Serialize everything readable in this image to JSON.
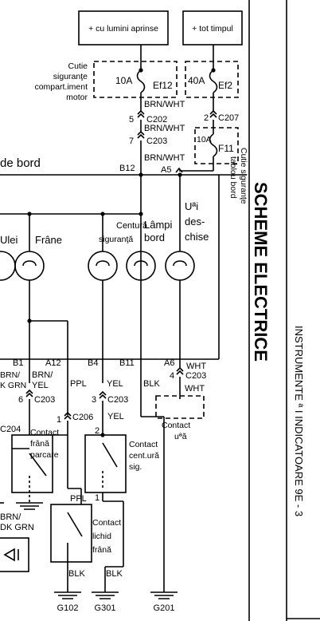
{
  "sources": {
    "lights_on": "+ cu lumini aprinse",
    "always": "+ tot timpul"
  },
  "engine_fusebox": {
    "label_lines": [
      "Cutie",
      "siguranţe",
      "compart.iment",
      "motor"
    ],
    "fuse_ef12_amp": "10A",
    "fuse_ef12_name": "Ef12"
  },
  "fuse_ef2": {
    "amp": "40A",
    "name": "Ef2"
  },
  "fuse_f11": {
    "amp": "10A",
    "name": "F11"
  },
  "dash_fusebox_label": [
    "Cutie siguranţe",
    "tablou bord"
  ],
  "connectors": {
    "c202_pin": "5",
    "c202": "C202",
    "c203_pin": "7",
    "c203": "C203",
    "c207_pin": "2",
    "c207": "C207",
    "b12": "B12",
    "a5": "A5",
    "b1": "B1",
    "a12": "A12",
    "b4": "B4",
    "b11": "B11",
    "a6": "A6",
    "c203b_pin": "4",
    "c203b": "C203",
    "c203c_pin": "6",
    "c203c": "C203",
    "c203d_pin": "3",
    "c203d": "C203",
    "c206_pin": "1",
    "c206": "C206",
    "c204": "C204",
    "pin2": "2",
    "pin1": "1"
  },
  "wires": {
    "brn_wht_1": "BRN/WHT",
    "brn_wht_2": "BRN/WHT",
    "brn_wht_3": "BRN/WHT",
    "wht_1": "WHT",
    "wht_2": "WHT",
    "brn_lines": [
      "BRN/",
      "K GRN"
    ],
    "brn_yel_lines": [
      "BRN/",
      "YEL"
    ],
    "ppl_1": "PPL",
    "ppl_2": "PPL",
    "yel_1": "YEL",
    "yel_2": "YEL",
    "blk_1": "BLK",
    "blk_2": "BLK",
    "blk_3": "BLK",
    "brn_dk_lines": [
      "BRN/",
      "DK GRN"
    ]
  },
  "cluster_label": "de bord",
  "lamps": {
    "ulei": "Ulei",
    "frane": "Frâne",
    "centura_lines": [
      "Centură",
      "siguranţă"
    ],
    "lampi_lines": [
      "Lâmpi",
      "bord"
    ],
    "usi_lines": [
      "Uªi",
      "des-",
      "chise"
    ]
  },
  "switches": {
    "parking_lines": [
      "Contact",
      "frână",
      "parcare"
    ],
    "belt_lines": [
      "Contact",
      "cent.ură",
      "sig."
    ],
    "fluid_lines": [
      "Contact",
      "lichid",
      "frână"
    ],
    "door_lines": [
      "Contact",
      "uªă"
    ]
  },
  "grounds": {
    "g102": "G102",
    "g301": "G301",
    "g201": "G201"
  },
  "page_title": "SCHEME ELECTRICE",
  "page_footer": "INSTRUMENTE ª I INDICATOARE 9E - 3"
}
